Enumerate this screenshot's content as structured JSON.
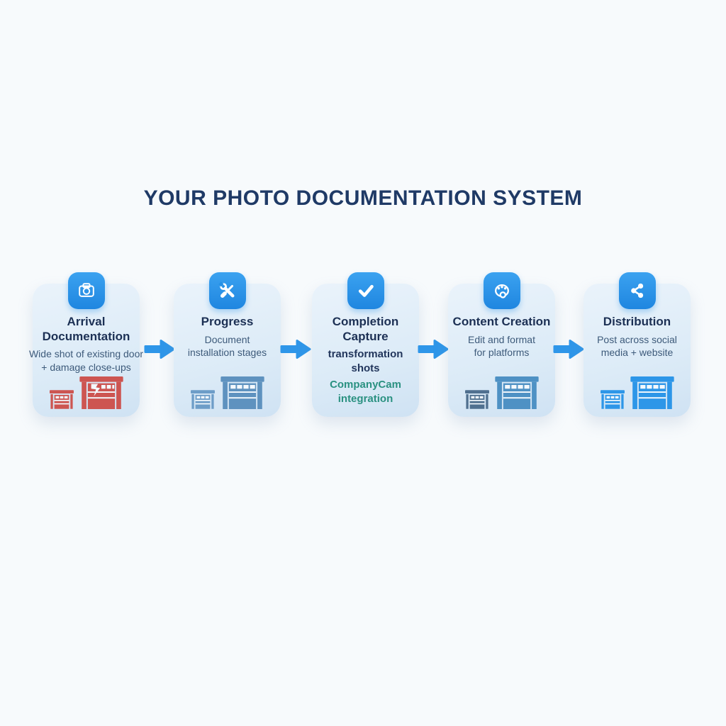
{
  "title": "YOUR PHOTO DOCUMENTATION SYSTEM",
  "colors": {
    "background": "#f7fafc",
    "card_background": "#dcebf7",
    "icon_blue": "#2e96e9",
    "arrow_blue": "#2e96e9",
    "title_navy": "#1f3a66",
    "card_title_navy": "#1c3054",
    "subtitle_blue": "#3d5a7a",
    "integration_teal": "#2a9181",
    "damaged_door_red": "#cd5551"
  },
  "cards": [
    {
      "icon": "camera-icon",
      "title": "Arrival\nDocumentation",
      "subtitle": "Wide shot of existing door\n+ damage close-ups",
      "doors": {
        "small_color": "#cd5551",
        "large_color": "#cd5551",
        "damaged": true
      }
    },
    {
      "icon": "tools-icon",
      "title": "Progress",
      "subtitle": "Document\ninstallation stages",
      "doors": {
        "small_color": "#6d9dc8",
        "large_color": "#5e92bf",
        "damaged": false
      }
    },
    {
      "icon": "check-icon",
      "title": "Completion\nCapture",
      "subtitle": "transformation\nshots",
      "extra": "CompanyCam\nintegration",
      "doors": null
    },
    {
      "icon": "palette-icon",
      "title": "Content Creation",
      "subtitle": "Edit and format\nfor platforms",
      "doors": {
        "small_color": "#50708f",
        "large_color": "#4e91c4",
        "damaged": false
      }
    },
    {
      "icon": "share-icon",
      "title": "Distribution",
      "subtitle": "Post across social\nmedia + website",
      "doors": {
        "small_color": "#2d96e8",
        "large_color": "#2d96e8",
        "damaged": false
      }
    }
  ],
  "arrow_count": 4
}
